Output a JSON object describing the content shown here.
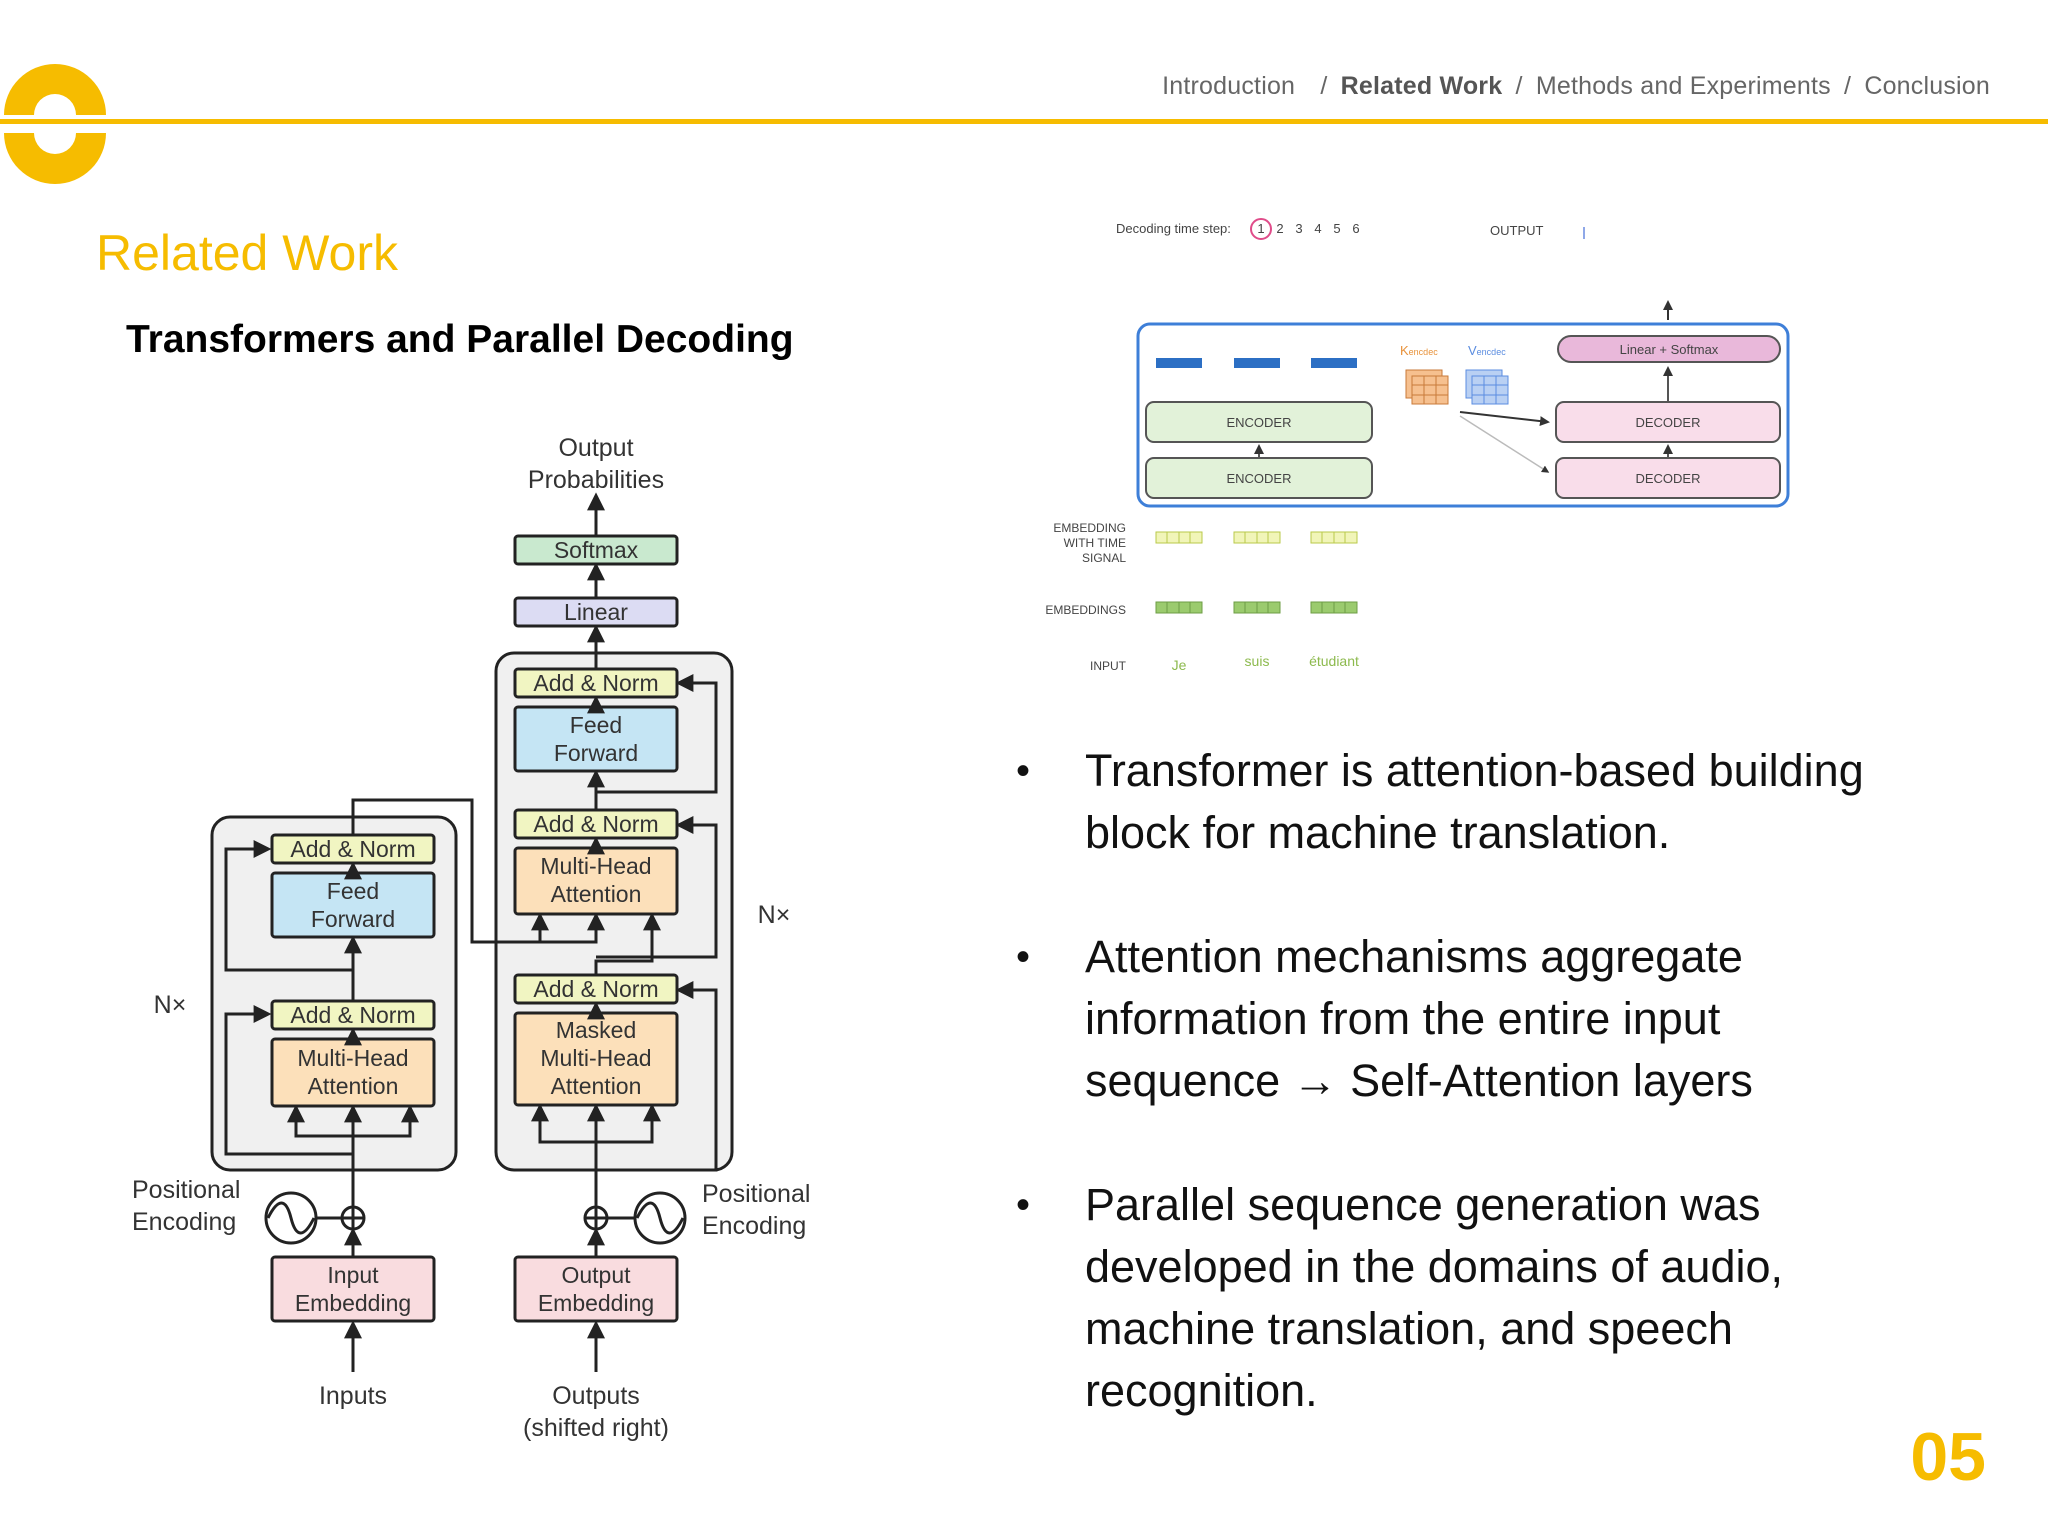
{
  "breadcrumb": {
    "items": [
      "Introduction",
      "Related Work",
      "Methods and Experiments",
      "Conclusion"
    ],
    "separator": "/",
    "current_index": 1
  },
  "slide": {
    "title": "Related Work",
    "subtitle": "Transformers and Parallel Decoding",
    "page_number": "05"
  },
  "diagram_left": {
    "output_probabilities": [
      "Output",
      "Probabilities"
    ],
    "softmax": "Softmax",
    "linear": "Linear",
    "add_norm": "Add & Norm",
    "feed_forward": [
      "Feed",
      "Forward"
    ],
    "multi_head_attention": [
      "Multi-Head",
      "Attention"
    ],
    "masked_multi_head_attention": [
      "Masked",
      "Multi-Head",
      "Attention"
    ],
    "nx": "N×",
    "positional_encoding": [
      "Positional",
      "Encoding"
    ],
    "input_embedding": [
      "Input",
      "Embedding"
    ],
    "output_embedding": [
      "Output",
      "Embedding"
    ],
    "inputs": "Inputs",
    "outputs": [
      "Outputs",
      "(shifted right)"
    ]
  },
  "diagram_right": {
    "decoding_time_step": "Decoding time step:",
    "steps": [
      "1",
      "2",
      "3",
      "4",
      "5",
      "6"
    ],
    "output_label": "OUTPUT",
    "encoder": "ENCODER",
    "decoder": "DECODER",
    "linear_softmax": "Linear + Softmax",
    "k_label": "K",
    "v_label": "V",
    "kv_subscript": "encdec",
    "embedding_with_time_signal": [
      "EMBEDDING",
      "WITH TIME",
      "SIGNAL"
    ],
    "embeddings": "EMBEDDINGS",
    "input_label": "INPUT",
    "input_words": [
      "Je",
      "suis",
      "étudiant"
    ]
  },
  "bullets": [
    [
      "Transformer is attention-based building",
      "block for machine translation."
    ],
    [
      "Attention mechanisms aggregate",
      "information from the entire input",
      "sequence → Self-Attention layers"
    ],
    [
      "Parallel sequence generation was",
      "developed in the domains of audio,",
      "machine translation, and speech",
      "recognition."
    ]
  ],
  "colors": {
    "accent": "#F6BC00",
    "attention_box": "#FCE0BA",
    "feed_forward_box": "#C5E5F4",
    "add_norm_box": "#F1F5C2",
    "embedding_box": "#F9DCDF",
    "softmax_box": "#C9E9CF",
    "linear_box": "#DCDCF3",
    "encoder_box": "#E2F2D9",
    "decoder_box": "#F9DDEA",
    "outline_blue": "#3E7FD8"
  }
}
